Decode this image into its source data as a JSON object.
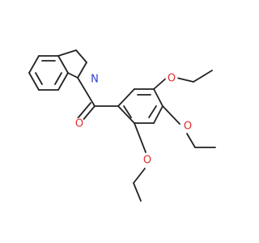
{
  "molecule": {
    "atoms": {
      "n1": {
        "symbol": "N"
      },
      "o_carbonyl": {
        "symbol": "O"
      },
      "o_top": {
        "symbol": "O"
      },
      "o_mid": {
        "symbol": "O"
      },
      "o_bot": {
        "symbol": "O"
      }
    },
    "colors": {
      "bond": "#222222",
      "nitrogen": "#2b3bd6",
      "oxygen": "#e12b2b"
    }
  }
}
